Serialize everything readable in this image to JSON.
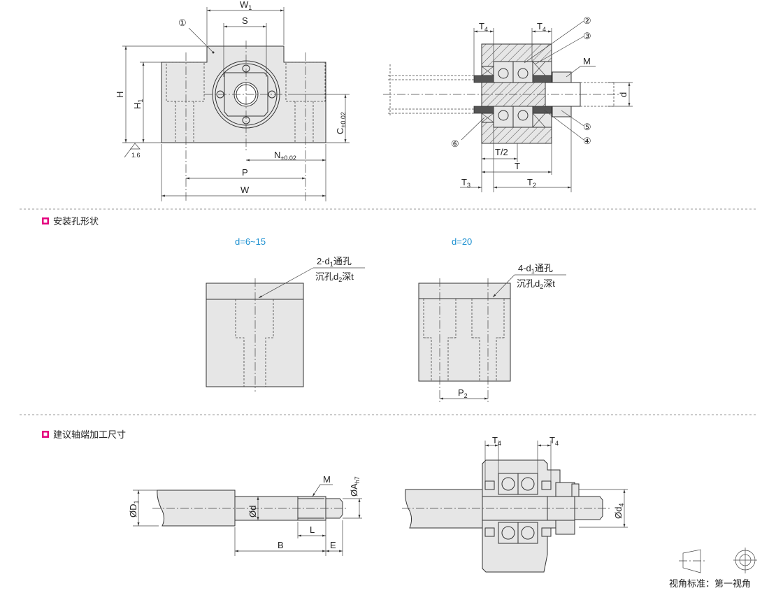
{
  "colors": {
    "accent": "#e4007f",
    "variant_label": "#1a8fd0",
    "part_fill": "#e6e6e6"
  },
  "top_view": {
    "W1": {
      "m": "W",
      "s": "1"
    },
    "S": "S",
    "H": "H",
    "H1": {
      "m": "H",
      "s": "1"
    },
    "C": {
      "m": "C",
      "s": "±0.02"
    },
    "N": {
      "m": "N",
      "s": "±0.02"
    },
    "P": "P",
    "W": "W",
    "roughness": "1.6",
    "part1": "①"
  },
  "section_view": {
    "T4_left": {
      "m": "T",
      "s": "4"
    },
    "T4_right": {
      "m": "T",
      "s": "4"
    },
    "part2": "②",
    "part3": "③",
    "part4": "④",
    "part5": "⑤",
    "part6": "⑥",
    "M": "M",
    "T_half": "T/2",
    "T": "T",
    "T3": {
      "m": "T",
      "s": "3"
    },
    "T2": {
      "m": "T",
      "s": "2"
    },
    "d": "d"
  },
  "sections": [
    {
      "title": "安装孔形状",
      "icon": "pink-square-bullet"
    },
    {
      "title": "建议轴端加工尺寸",
      "icon": "pink-square-bullet"
    }
  ],
  "mounting": {
    "small": {
      "label": "d=6~15",
      "line1": {
        "pre": "2-d",
        "s": "1",
        "post": "通孔"
      },
      "line2": {
        "pre": "沉孔d",
        "s": "2",
        "post": "深t"
      }
    },
    "large": {
      "label": "d=20",
      "line1": {
        "pre": "4-d",
        "s": "1",
        "post": "通孔"
      },
      "line2": {
        "pre": "沉孔d",
        "s": "2",
        "post": "深t"
      },
      "P2": {
        "m": "P",
        "s": "2"
      }
    }
  },
  "shaft_end": {
    "D1": {
      "m": "ØD",
      "s": "1"
    },
    "d": "Ød",
    "A": {
      "m": "ØA",
      "s": "h7"
    },
    "M": "M",
    "L": "L",
    "B": "B",
    "E": "E"
  },
  "assembly": {
    "T4_left": {
      "m": "T",
      "s": "4"
    },
    "T4_right": {
      "m": "T",
      "s": "4"
    },
    "d4": {
      "m": "Ød",
      "s": "4"
    }
  },
  "projection": {
    "caption": "视角标准：第一视角"
  }
}
